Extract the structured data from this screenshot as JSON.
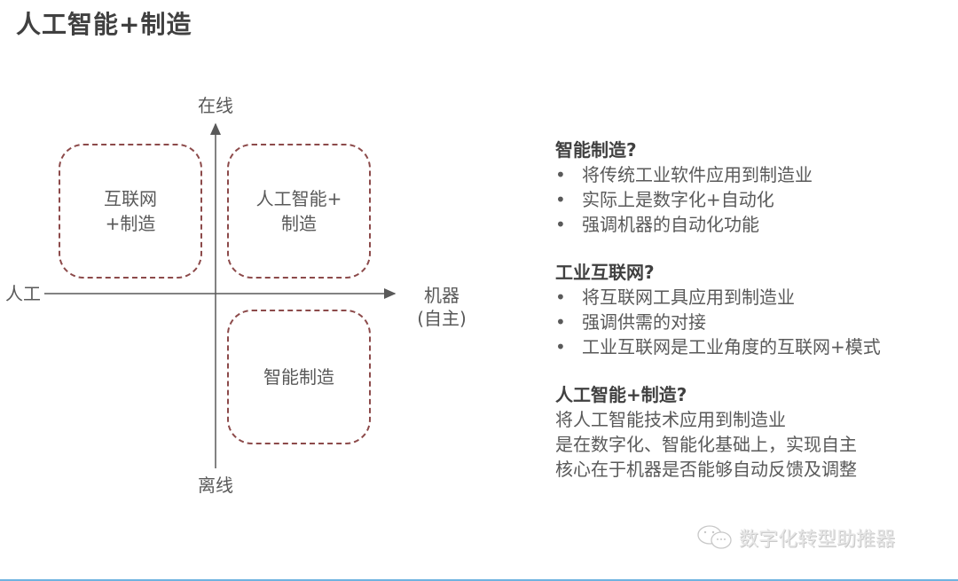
{
  "title": "人工智能+制造",
  "diagram": {
    "axes": {
      "top": "在线",
      "bottom": "离线",
      "left": "人工",
      "right_line1": "机器",
      "right_line2": "(自主)"
    },
    "quadrants": {
      "top_left": {
        "line1": "互联网",
        "line2": "+制造"
      },
      "top_right": {
        "line1": "人工智能+",
        "line2": "制造"
      },
      "bottom_right": {
        "line1": "智能制造"
      }
    },
    "colors": {
      "dashed_border": "#8c4a4a",
      "axis": "#595959"
    }
  },
  "panel": {
    "sections": [
      {
        "heading": "智能制造?",
        "bullets": [
          "将传统工业软件应用到制造业",
          "实际上是数字化+自动化",
          "强调机器的自动化功能"
        ]
      },
      {
        "heading": "工业互联网?",
        "bullets": [
          "将互联网工具应用到制造业",
          "强调供需的对接",
          "工业互联网是工业角度的互联网+模式"
        ]
      },
      {
        "heading": "人工智能+制造?",
        "lines": [
          "将人工智能技术应用到制造业",
          "是在数字化、智能化基础上，实现自主",
          "核心在于机器是否能够自动反馈及调整"
        ]
      }
    ]
  },
  "watermark": {
    "icon": "wechat-icon",
    "text": "数字化转型助推器"
  },
  "colors": {
    "bottom_line": "#6fb3e0",
    "title": "#404040",
    "text": "#595959"
  }
}
